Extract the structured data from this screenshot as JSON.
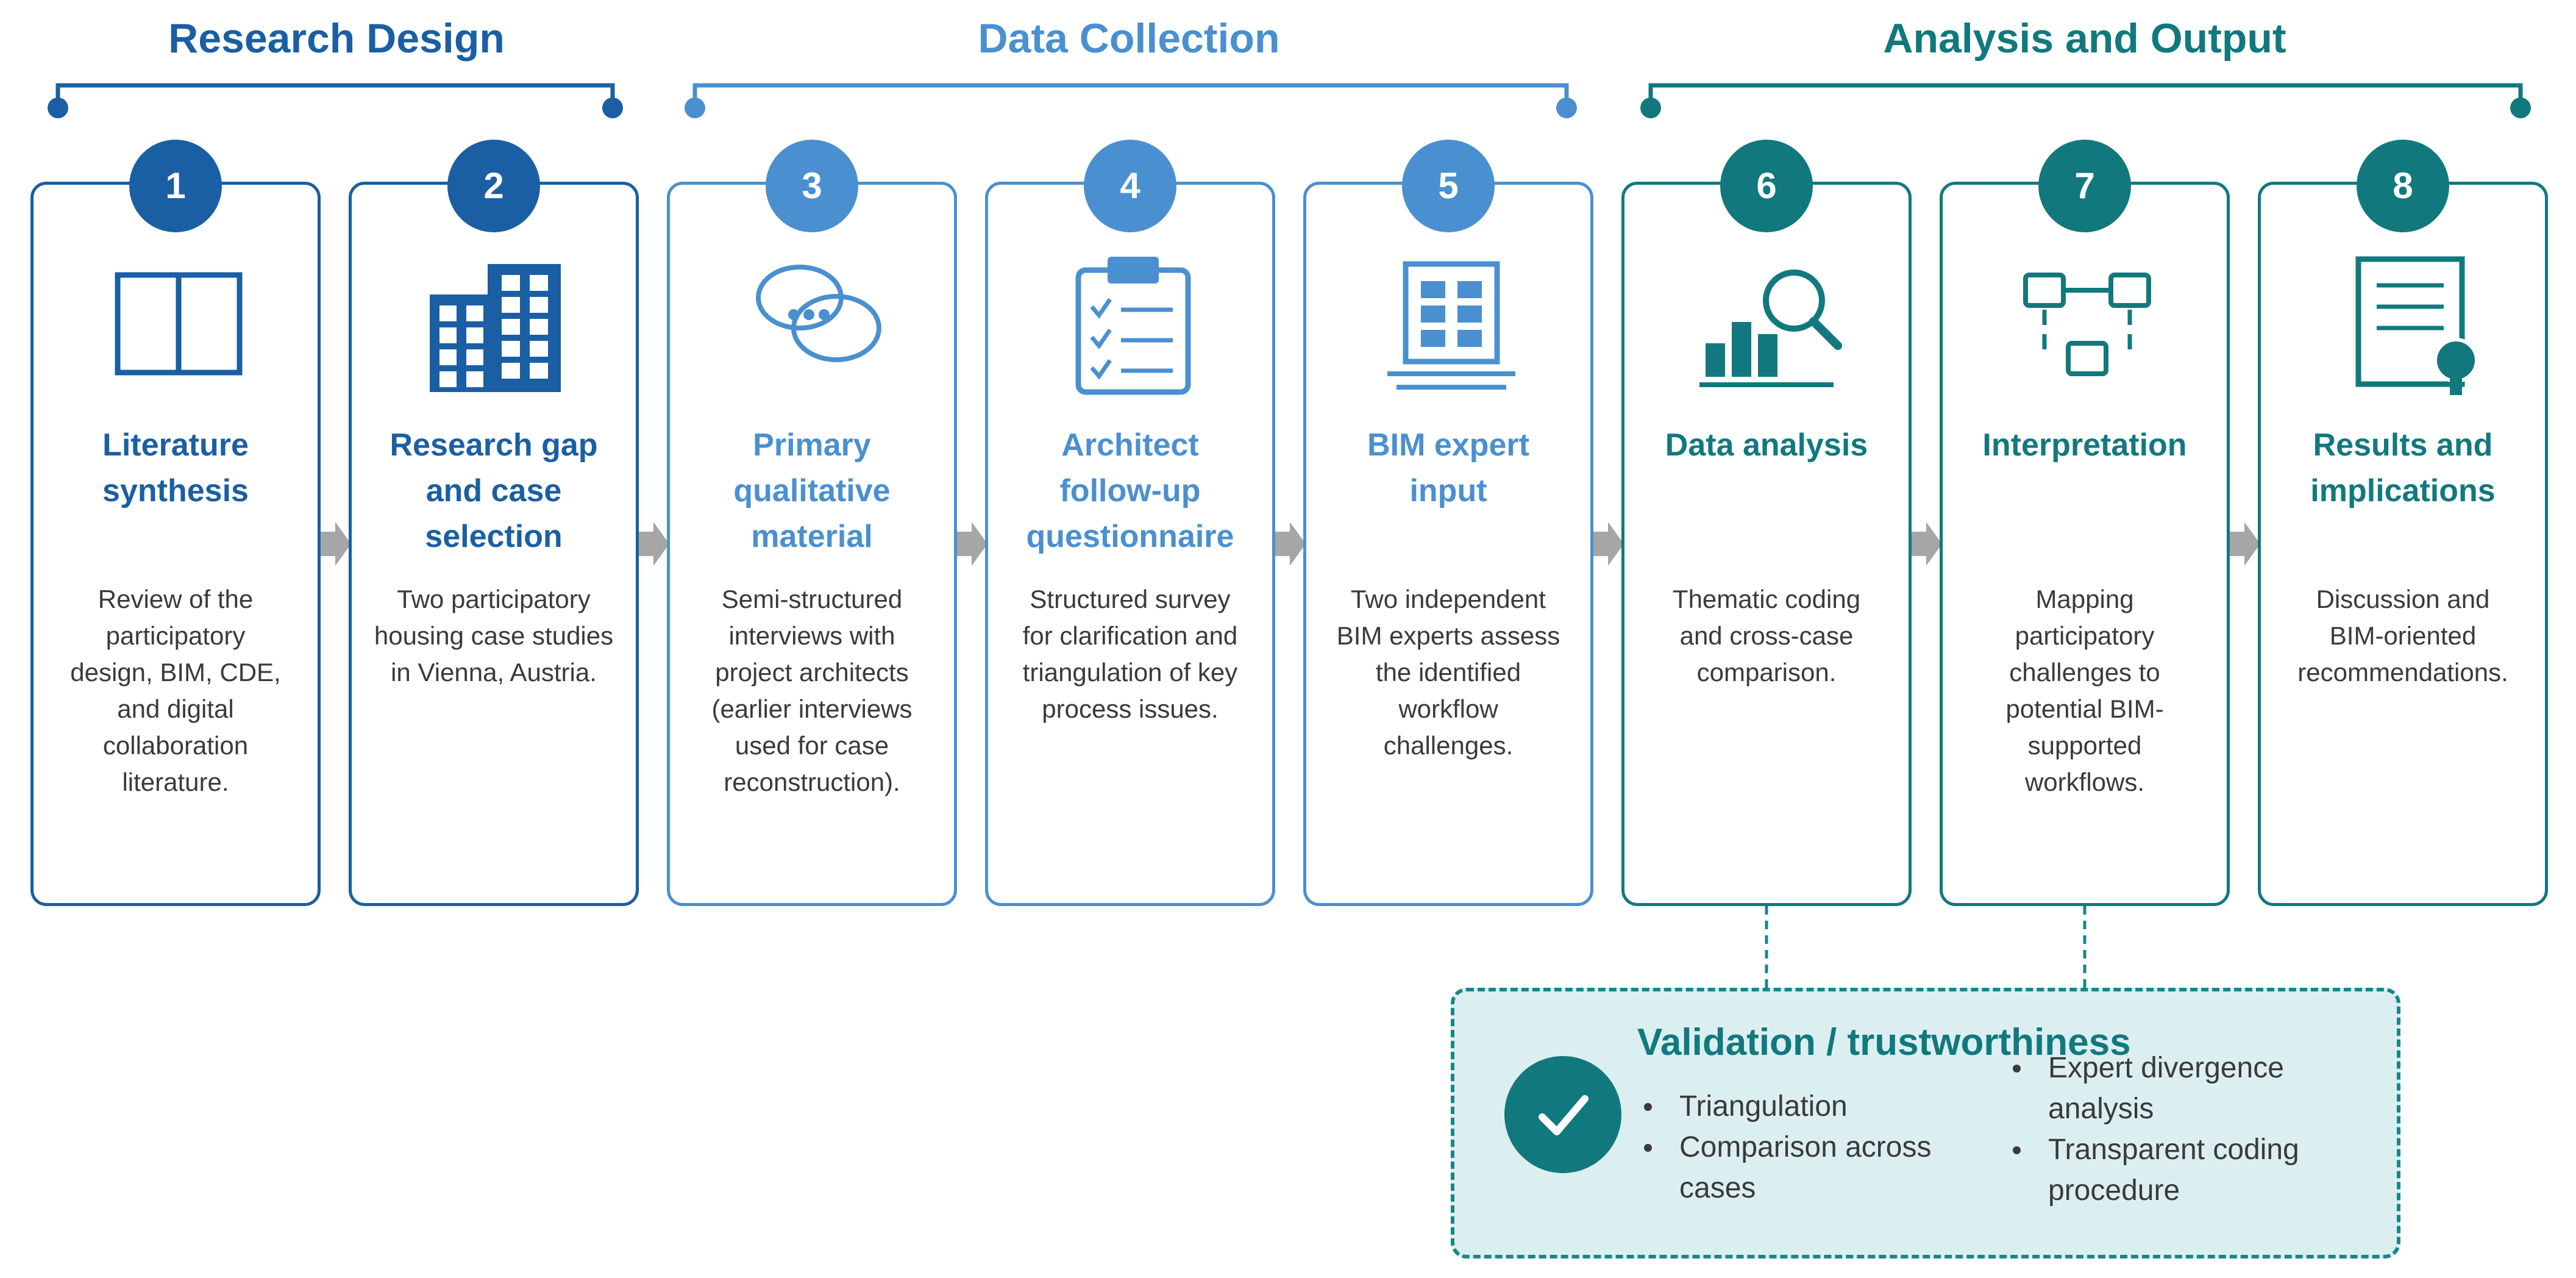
{
  "phases": [
    {
      "title": "Research Design",
      "color": "#1a5fa3"
    },
    {
      "title": "Data Collection",
      "color": "#4a90d0"
    },
    {
      "title": "Analysis and Output",
      "color": "#11797e"
    }
  ],
  "steps": [
    {
      "number": "1",
      "icon": "book-icon",
      "title_lines": [
        "Literature",
        "synthesis"
      ],
      "desc_lines": [
        "Review of the",
        "participatory",
        "design, BIM, CDE,",
        "and digital",
        "collaboration",
        "literature."
      ]
    },
    {
      "number": "2",
      "icon": "buildings-icon",
      "title_lines": [
        "Research gap",
        "and case",
        "selection"
      ],
      "desc_lines": [
        "Two participatory",
        "housing case studies",
        "in Vienna, Austria."
      ]
    },
    {
      "number": "3",
      "icon": "speech-bubbles-icon",
      "title_lines": [
        "Primary",
        "qualitative",
        "material"
      ],
      "desc_lines": [
        "Semi-structured",
        "interviews with",
        "project architects",
        "(earlier interviews",
        "used for case",
        "reconstruction)."
      ]
    },
    {
      "number": "4",
      "icon": "clipboard-checklist-icon",
      "title_lines": [
        "Architect",
        "follow-up",
        "questionnaire"
      ],
      "desc_lines": [
        "Structured survey",
        "for clarification and",
        "triangulation of key",
        "process issues."
      ]
    },
    {
      "number": "5",
      "icon": "bim-model-icon",
      "title_lines": [
        "BIM expert",
        "input"
      ],
      "desc_lines": [
        "Two independent",
        "BIM experts assess",
        "the identified",
        "workflow",
        "challenges."
      ]
    },
    {
      "number": "6",
      "icon": "chart-magnifier-icon",
      "title_lines": [
        "Data analysis"
      ],
      "desc_lines": [
        "Thematic coding",
        "and cross-case",
        "comparison."
      ]
    },
    {
      "number": "7",
      "icon": "flow-mapping-icon",
      "title_lines": [
        "Interpretation"
      ],
      "desc_lines": [
        "Mapping",
        "participatory",
        "challenges to",
        "potential BIM-",
        "supported",
        "workflows."
      ]
    },
    {
      "number": "8",
      "icon": "certificate-document-icon",
      "title_lines": [
        "Results and",
        "implications"
      ],
      "desc_lines": [
        "Discussion and",
        "BIM-oriented",
        "recommendations."
      ]
    }
  ],
  "validation": {
    "title": "Validation / trustworthiness",
    "icon": "checkmark-icon",
    "column1": [
      {
        "lines": [
          "Triangulation"
        ]
      },
      {
        "lines": [
          "Comparison across",
          "cases"
        ]
      }
    ],
    "column2": [
      {
        "lines": [
          "Expert divergence",
          "analysis"
        ]
      },
      {
        "lines": [
          "Transparent coding",
          "procedure"
        ]
      }
    ]
  },
  "colors": {
    "dark_blue": "#1a5fa3",
    "light_blue": "#4a90d0",
    "teal": "#11797e",
    "arrow_gray": "#a6a6a6",
    "validation_bg": "#dceff0"
  }
}
